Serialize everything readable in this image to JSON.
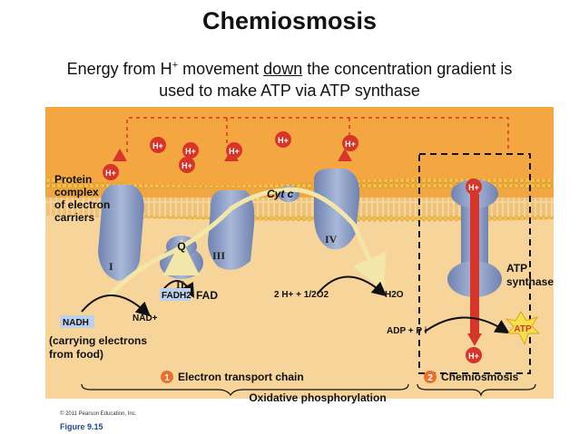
{
  "title": "Chemiosmosis",
  "subtitle": {
    "part1": "Energy from H",
    "sup": "+",
    "part2": " movement ",
    "underlined": "down",
    "part3": " the concentration gradient is",
    "line2": "used to make ATP via ATP synthase"
  },
  "diagram": {
    "protein_complex_label": [
      "Protein",
      "complex",
      "of electron",
      "carriers"
    ],
    "complex_I": "I",
    "complex_II": "II",
    "complex_III": "III",
    "complex_IV": "IV",
    "q_label": "Q",
    "cyt_c": "Cyt c",
    "h_plus": "H+",
    "nadh": "NADH",
    "nad_plus": "NAD+",
    "fadh2": "FADH2",
    "fad": "FAD",
    "oxygen_eq": "2 H+ + 1/2O2",
    "water": "H2O",
    "atp_synthase": [
      "ATP",
      "synthase"
    ],
    "adp_pi": "ADP + P i",
    "atp": "ATP",
    "carrying": [
      "(carrying electrons",
      "from food)"
    ],
    "step1_num": "1",
    "step1_label": "Electron transport chain",
    "step2_num": "2",
    "step2_label": "Chemiosmosis",
    "ox_phos": "Oxidative phosphorylation",
    "copyright": "© 2011 Pearson Education, Inc.",
    "figure": "Figure 9.15"
  },
  "colors": {
    "intermembrane": "#f4a640",
    "matrix": "#f7d49a",
    "protein": "#8a9cc4",
    "arrow_red": "#d8352a",
    "step_badge": "#e8702a"
  }
}
